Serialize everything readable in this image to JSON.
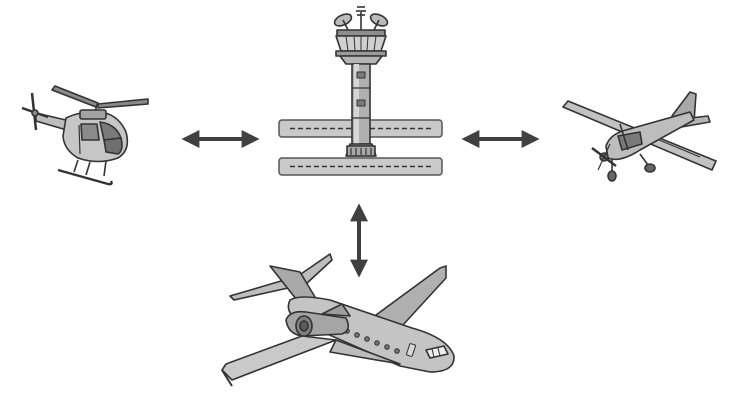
{
  "diagram": {
    "nodes": [
      {
        "id": "control-tower",
        "kind": "tower-with-runways"
      },
      {
        "id": "helicopter",
        "kind": "aircraft"
      },
      {
        "id": "light-plane",
        "kind": "aircraft"
      },
      {
        "id": "business-jet",
        "kind": "aircraft"
      }
    ],
    "links": [
      {
        "from": "helicopter",
        "to": "control-tower",
        "direction": "bidirectional"
      },
      {
        "from": "light-plane",
        "to": "control-tower",
        "direction": "bidirectional"
      },
      {
        "from": "business-jet",
        "to": "control-tower",
        "direction": "bidirectional"
      }
    ]
  },
  "colors": {
    "stroke": "#333333",
    "fill_gray": "#b9b9b9",
    "fill_light": "#d9d9d9",
    "fill_dark": "#6f6f6f",
    "arrow": "#404040",
    "background": "#ffffff"
  },
  "icons": [
    "control-tower-icon",
    "helicopter-icon",
    "light-plane-icon",
    "business-jet-icon",
    "double-arrow-icon"
  ]
}
